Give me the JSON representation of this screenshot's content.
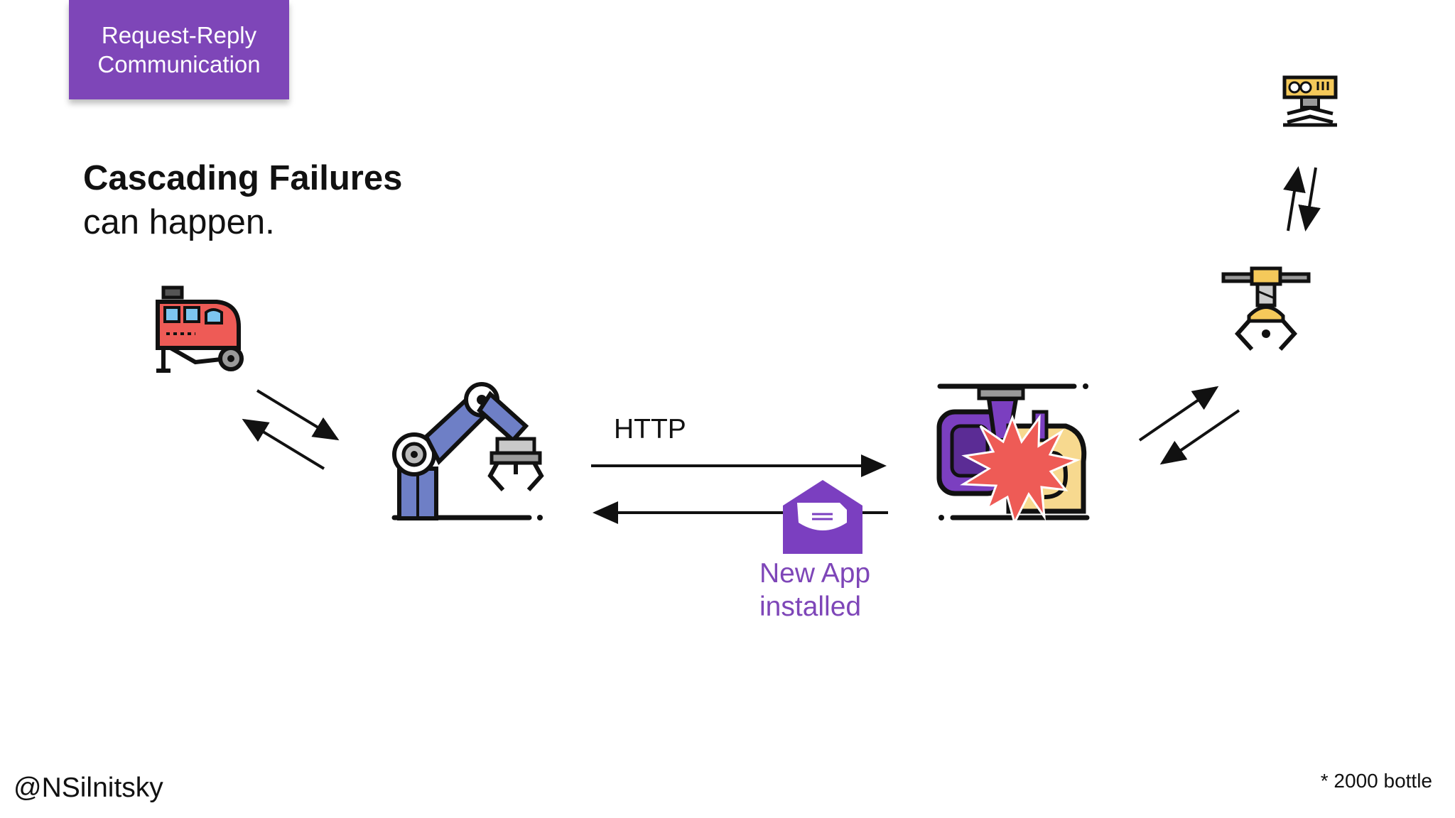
{
  "tag": {
    "line1": "Request-Reply",
    "line2": "Communication",
    "color": "#7e46b8"
  },
  "heading": {
    "bold": "Cascading Failures",
    "sub": "can happen."
  },
  "edge": {
    "http_label": "HTTP"
  },
  "message": {
    "line1": "New App",
    "line2": "installed",
    "color": "#7e46b8"
  },
  "footer": {
    "handle": "@NSilnitsky",
    "note": "* 2000 bottle"
  },
  "colors": {
    "robot_blue": "#6e7fc6",
    "delivery_red": "#ee5b56",
    "machine_purple": "#7b3fc0",
    "machine_yellow": "#f7d98f",
    "explosion": "#ee5b56",
    "claw_yellow": "#f5c95a"
  },
  "nodes": [
    {
      "id": "delivery-truck",
      "icon": "delivery-vehicle-icon"
    },
    {
      "id": "robot-arm",
      "icon": "robot-arm-icon"
    },
    {
      "id": "broken-machine",
      "icon": "exploding-machine-icon"
    },
    {
      "id": "claw",
      "icon": "robotic-claw-icon"
    },
    {
      "id": "control-unit",
      "icon": "control-panel-icon"
    }
  ]
}
